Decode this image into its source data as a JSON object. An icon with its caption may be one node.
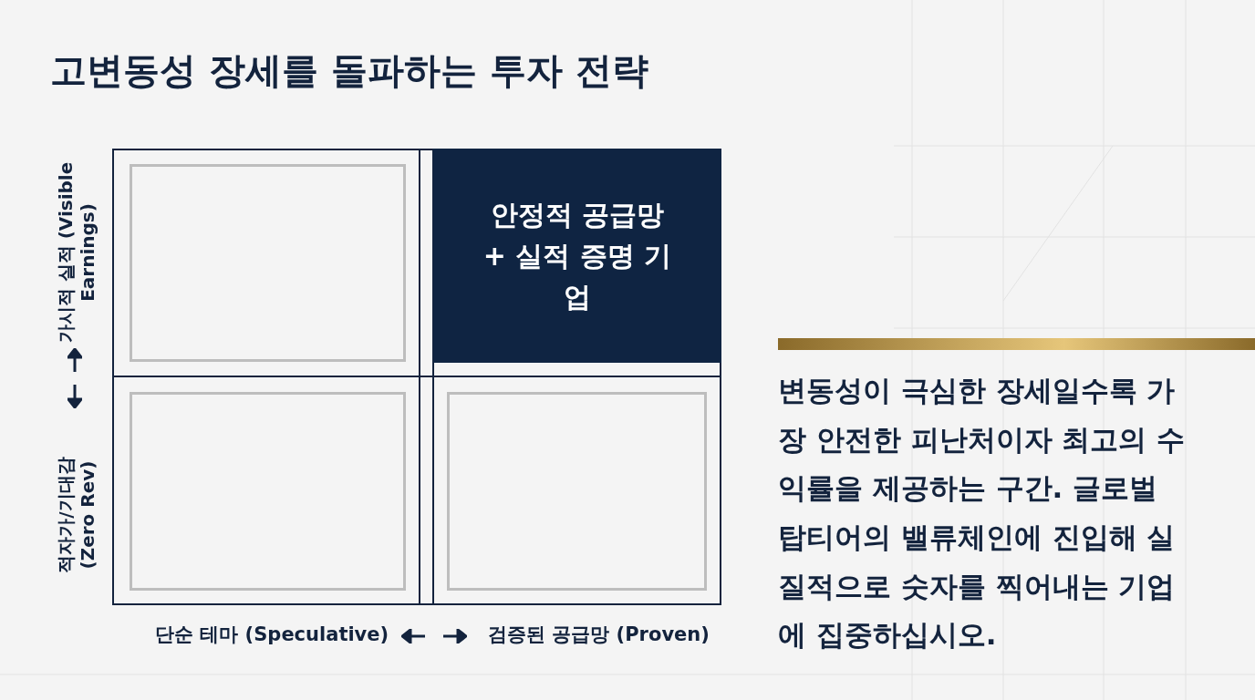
{
  "diagram": {
    "title": "고변동성 장세를 돌파하는 투자 전략",
    "nodes": [
      {
        "text": [],
        "shape": "box"
      },
      {
        "text": [],
        "shape": "box",
        "in": 0
      },
      {
        "text": [
          "안정적 공급망 + 실적 증명 기업"
        ],
        "in": 0
      },
      {
        "text": [],
        "shape": "box",
        "in": 0
      },
      {
        "text": [],
        "shape": "box",
        "in": 0
      }
    ],
    "labels": [
      "가시적 실적 (Visible Earnings)",
      "적자가/기대감 (Zero Rev)",
      "단순 테마 (Speculative)",
      "검증된 공급망 (Proven)",
      "변동성이 극심한 장세일수록 가장 안전한 피난처이자 최고의 수익률을 제공하는 구간. 글로벌 탑티어의 밸류체인에 진입해 실질적으로 숫자를 찍어내는 기업에 집중하십시오."
    ]
  }
}
